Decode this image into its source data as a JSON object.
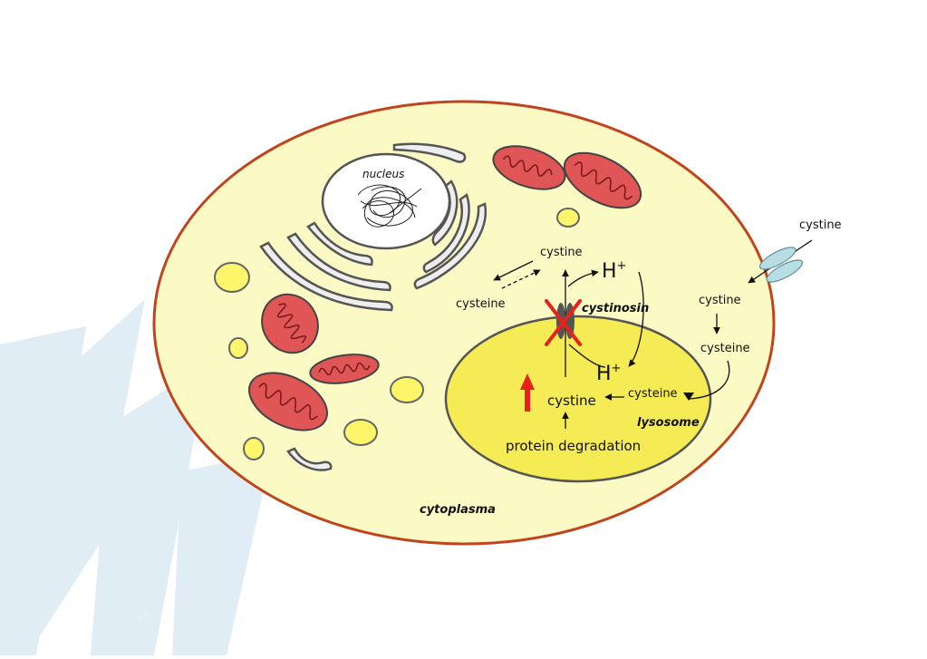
{
  "colors": {
    "cell_fill": "#fbf9c4",
    "cell_border": "#c0441d",
    "lysosome_fill": "#f5ec55",
    "mitochondria": "#e05656",
    "vesicle": "#fef66a",
    "transporter": "#b9dde4",
    "cystinosin_channel": "#555555",
    "cross_mark": "#e8221b",
    "up_arrow": "#e8221b",
    "watermark": "#dbeaf4"
  },
  "labels": {
    "nucleus": "nucleus",
    "cytoplasma": "cytoplasma",
    "lysosome": "lysosome",
    "cystinosin": "cystinosin",
    "protein_degradation": "protein degradation",
    "lyso_cystine": "cystine",
    "lyso_cysteine": "cysteine",
    "h_plus_top": "H",
    "h_plus_top_sup": "+",
    "h_plus_bottom": "H",
    "h_plus_bottom_sup": "+",
    "cyto_cystine_top": "cystine",
    "cyto_cysteine_left": "cysteine",
    "right_cystine": "cystine",
    "right_cysteine": "cysteine",
    "outside_cystine": "cystine",
    "page_number": "14"
  },
  "icons": {
    "cross": "red-x-cross-icon",
    "increase": "red-up-arrow-icon"
  }
}
